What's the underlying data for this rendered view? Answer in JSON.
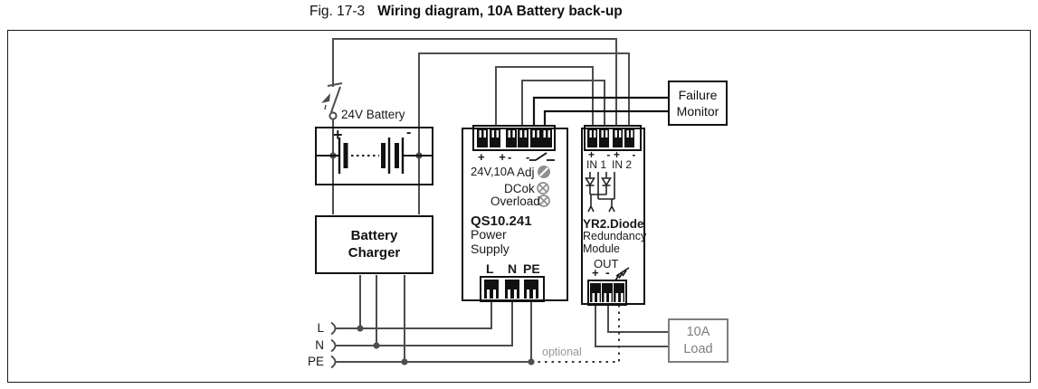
{
  "title": {
    "figure": "Fig. 17-3",
    "text": "Wiring diagram, 10A Battery back-up"
  },
  "battery": {
    "label": "24V Battery",
    "plus": "+",
    "minus": "-"
  },
  "charger": {
    "label": "Battery Charger"
  },
  "power_supply": {
    "model": "QS10.241",
    "name": "Power Supply",
    "terminals_plus": "+ +",
    "terminals_minus": "- -",
    "rating": "24V,10A",
    "adj": "Adj",
    "dcok": "DCok",
    "overload": "Overload",
    "term_l": "L",
    "term_n": "N",
    "term_pe": "PE"
  },
  "redundancy": {
    "model": "YR2.Diode",
    "name": "Redundancy Module",
    "in1_polarity": "+ -",
    "in2_polarity": "+ -",
    "in1": "IN 1",
    "in2": "IN 2",
    "out": "OUT",
    "out_plus": "+",
    "out_minus": "-"
  },
  "failure_monitor": {
    "label": "Failure Monitor"
  },
  "load": {
    "label": "10A Load"
  },
  "mains": {
    "l": "L",
    "n": "N",
    "pe": "PE"
  },
  "optional": "optional",
  "colors": {
    "wire": "#4d4d4d",
    "outline": "#111111",
    "indicator_gray": "#8f8f8f",
    "load_gray": "#7e7e7e",
    "optional_text": "#999999"
  }
}
